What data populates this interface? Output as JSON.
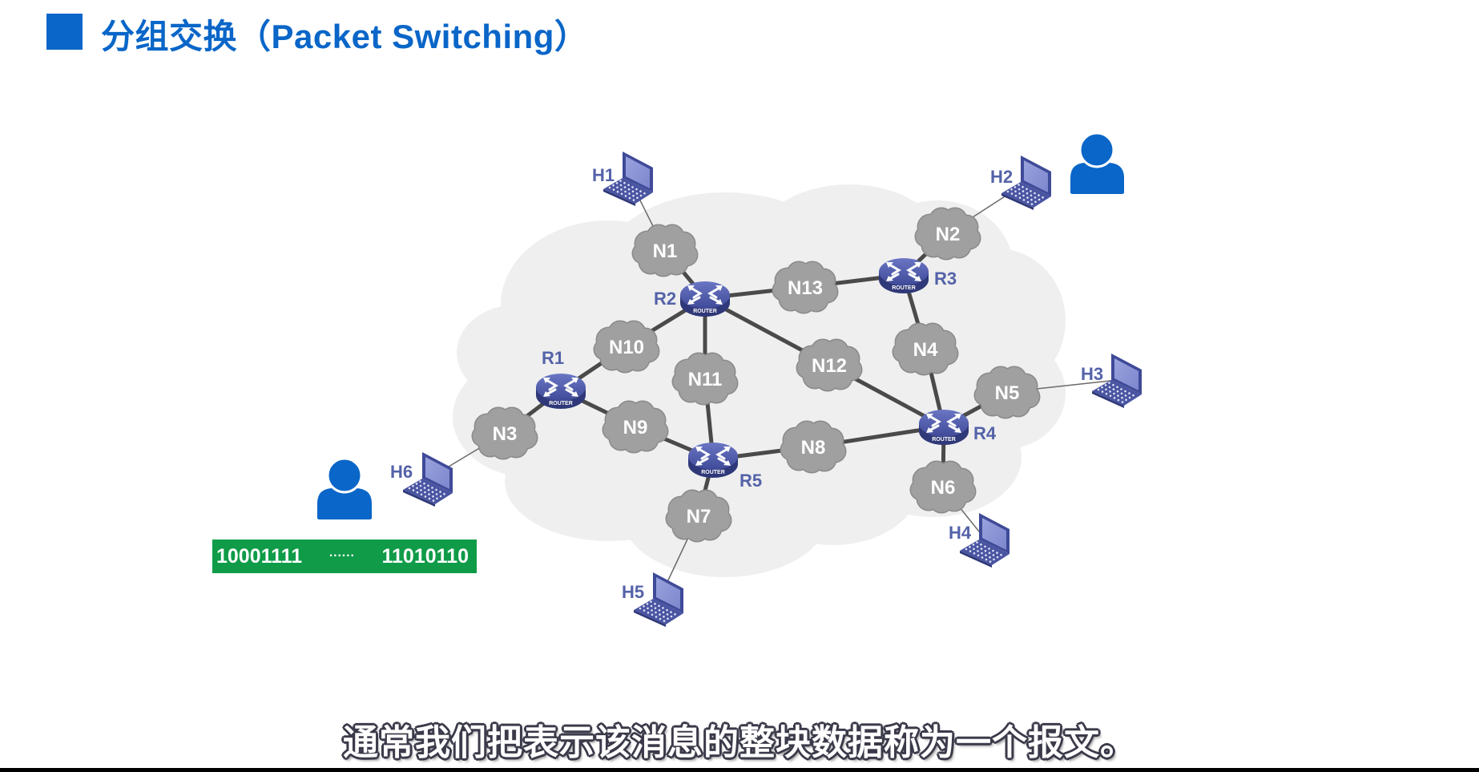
{
  "header": {
    "title": "分组交换（Packet Switching）",
    "accent_color": "#0a66c8"
  },
  "diagram": {
    "routers": [
      {
        "id": "R1",
        "label": "R1"
      },
      {
        "id": "R2",
        "label": "R2"
      },
      {
        "id": "R3",
        "label": "R3"
      },
      {
        "id": "R4",
        "label": "R4"
      },
      {
        "id": "R5",
        "label": "R5"
      }
    ],
    "router_badge_text": "ROUTER",
    "networks": [
      {
        "id": "N1",
        "label": "N1"
      },
      {
        "id": "N2",
        "label": "N2"
      },
      {
        "id": "N3",
        "label": "N3"
      },
      {
        "id": "N4",
        "label": "N4"
      },
      {
        "id": "N5",
        "label": "N5"
      },
      {
        "id": "N6",
        "label": "N6"
      },
      {
        "id": "N7",
        "label": "N7"
      },
      {
        "id": "N8",
        "label": "N8"
      },
      {
        "id": "N9",
        "label": "N9"
      },
      {
        "id": "N10",
        "label": "N10"
      },
      {
        "id": "N11",
        "label": "N11"
      },
      {
        "id": "N12",
        "label": "N12"
      },
      {
        "id": "N13",
        "label": "N13"
      }
    ],
    "hosts": [
      {
        "id": "H1",
        "label": "H1"
      },
      {
        "id": "H2",
        "label": "H2"
      },
      {
        "id": "H3",
        "label": "H3"
      },
      {
        "id": "H4",
        "label": "H4"
      },
      {
        "id": "H5",
        "label": "H5"
      },
      {
        "id": "H6",
        "label": "H6"
      }
    ],
    "links": [
      [
        "H1",
        "N1"
      ],
      [
        "N1",
        "R2"
      ],
      [
        "R2",
        "N13"
      ],
      [
        "N13",
        "R3"
      ],
      [
        "R3",
        "N2"
      ],
      [
        "N2",
        "H2"
      ],
      [
        "R3",
        "N4"
      ],
      [
        "N4",
        "R4"
      ],
      [
        "R2",
        "N12"
      ],
      [
        "N12",
        "R4"
      ],
      [
        "R2",
        "N10"
      ],
      [
        "N10",
        "R1"
      ],
      [
        "R2",
        "N11"
      ],
      [
        "N11",
        "R5"
      ],
      [
        "R1",
        "N3"
      ],
      [
        "N3",
        "H6"
      ],
      [
        "R1",
        "N9"
      ],
      [
        "N9",
        "R5"
      ],
      [
        "R5",
        "N8"
      ],
      [
        "N8",
        "R4"
      ],
      [
        "R4",
        "N5"
      ],
      [
        "N5",
        "H3"
      ],
      [
        "R4",
        "N6"
      ],
      [
        "N6",
        "H4"
      ],
      [
        "R5",
        "N7"
      ],
      [
        "N7",
        "H5"
      ]
    ],
    "users": [
      {
        "id": "user-sender",
        "near": "H6"
      },
      {
        "id": "user-receiver",
        "near": "H2"
      }
    ],
    "colors": {
      "router": "#4a55a2",
      "host": "#5560aa",
      "label": "#5462a8",
      "network_cloud": "#9c9c9c",
      "background_cloud": "#efefef",
      "user": "#0a66c8"
    }
  },
  "message": {
    "bits_start": "10001111",
    "ellipsis": "······",
    "bits_end": "11010110",
    "color": "#0f9b48"
  },
  "subtitle": "通常我们把表示该消息的整块数据称为一个报文。"
}
